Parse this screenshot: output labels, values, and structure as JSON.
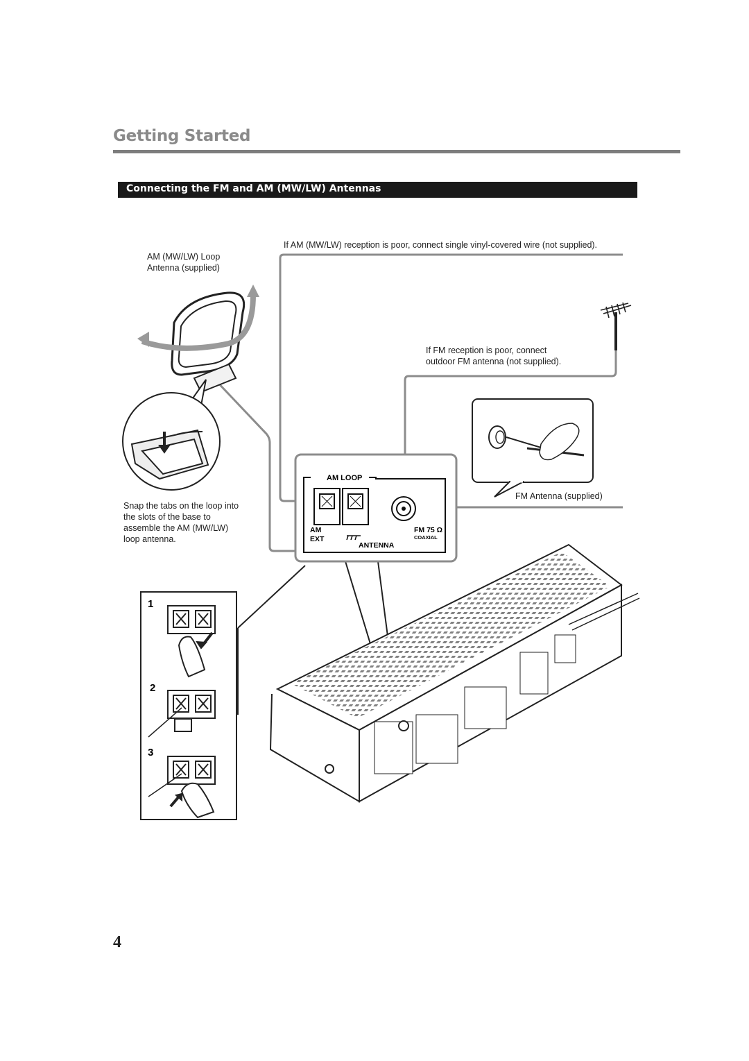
{
  "page": {
    "section_title": "Getting Started",
    "subheading": "Connecting the FM and AM (MW/LW) Antennas",
    "page_number": "4"
  },
  "captions": {
    "am_loop_line1": "AM (MW/LW) Loop",
    "am_loop_line2": "Antenna (supplied)",
    "am_poor": "If AM (MW/LW) reception is poor, connect single vinyl-covered wire (not supplied).",
    "fm_poor_line1": "If FM reception is poor, connect",
    "fm_poor_line2": "outdoor FM antenna (not supplied).",
    "fm_supplied": "FM Antenna (supplied)",
    "snap_line1": "Snap the tabs on the loop into",
    "snap_line2": "the slots of the base to",
    "snap_line3": "assemble the AM (MW/LW)",
    "snap_line4": "loop antenna."
  },
  "panel": {
    "am_loop": "AM LOOP",
    "am": "AM",
    "ext": "EXT",
    "antenna": "ANTENNA",
    "fm75": "FM 75 Ω",
    "coaxial": "COAXIAL"
  },
  "steps": [
    "1",
    "2",
    "3"
  ],
  "colors": {
    "title_gray": "#8a8a8a",
    "rule_gray": "#7d7d7d",
    "bar_black": "#1a1a1a",
    "line_gray": "#8c8c8c"
  }
}
